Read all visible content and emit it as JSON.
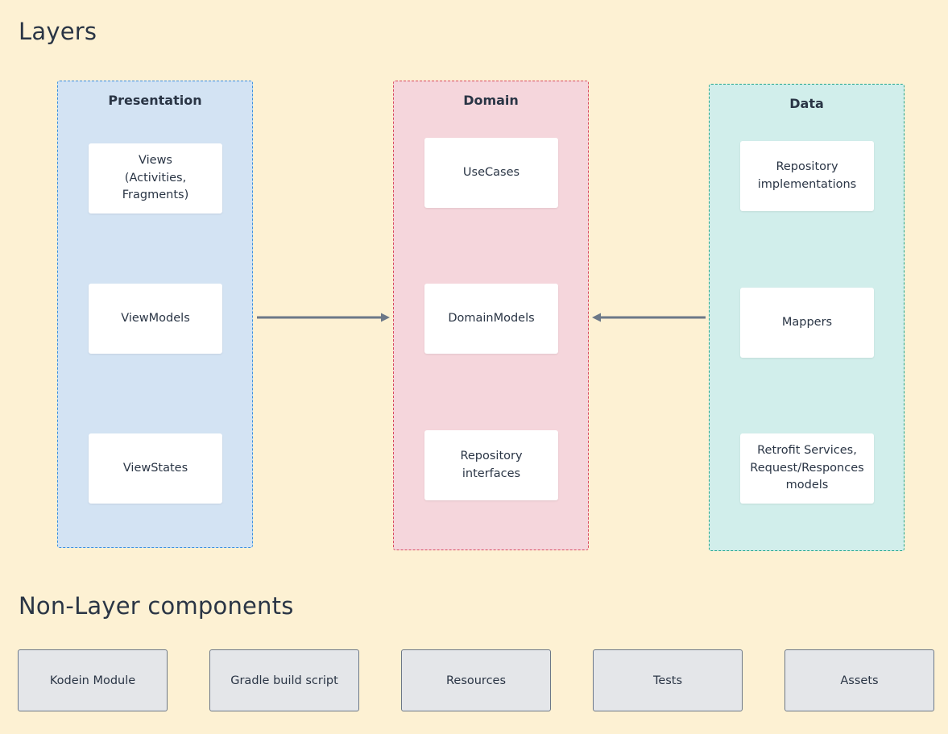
{
  "headings": {
    "layers": "Layers",
    "non_layer": "Non-Layer components"
  },
  "layers": {
    "presentation": {
      "title": "Presentation",
      "items": [
        "Views\n(Activities,\nFragments)",
        "ViewModels",
        "ViewStates"
      ]
    },
    "domain": {
      "title": "Domain",
      "items": [
        "UseCases",
        "DomainModels",
        "Repository\ninterfaces"
      ]
    },
    "data": {
      "title": "Data",
      "items": [
        "Repository\nimplementations",
        "Mappers",
        "Retrofit Services,\nRequest/Responces\nmodels"
      ]
    }
  },
  "non_layer_components": [
    "Kodein Module",
    "Gradle build script",
    "Resources",
    "Tests",
    "Assets"
  ],
  "colors": {
    "background": "#fdf1d3",
    "presentation_fill": "#d3e3f3",
    "presentation_border": "#3b8fe0",
    "domain_fill": "#f5d6dc",
    "domain_border": "#d84a5f",
    "data_fill": "#d1eeeb",
    "data_border": "#22a58a",
    "arrow": "#6c7888"
  }
}
